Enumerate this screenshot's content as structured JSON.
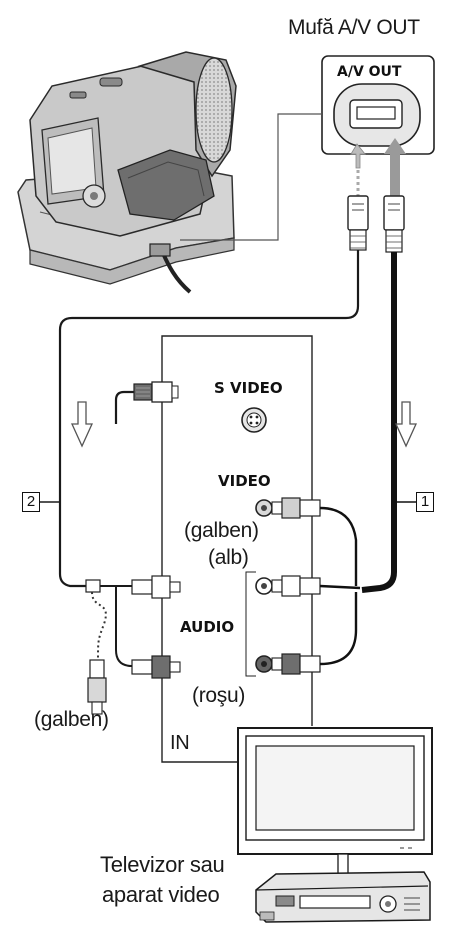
{
  "labels": {
    "av_out_jack": "Mufă A/V OUT",
    "av_out_port": "A/V OUT",
    "s_video": "S VIDEO",
    "video": "VIDEO",
    "yellow_right": "(galben)",
    "white": "(alb)",
    "audio": "AUDIO",
    "red": "(roşu)",
    "yellow_left": "(galben)",
    "input": "IN",
    "tv_line1": "Televizor sau",
    "tv_line2": "aparat video"
  },
  "callouts": {
    "cable_1": "1",
    "cable_2": "2"
  },
  "colors": {
    "line": "#1a1a1a",
    "gray_device": "#cfcfcf",
    "dark_device": "#8a8a8a",
    "arrow_gray": "#9a9a9a"
  }
}
